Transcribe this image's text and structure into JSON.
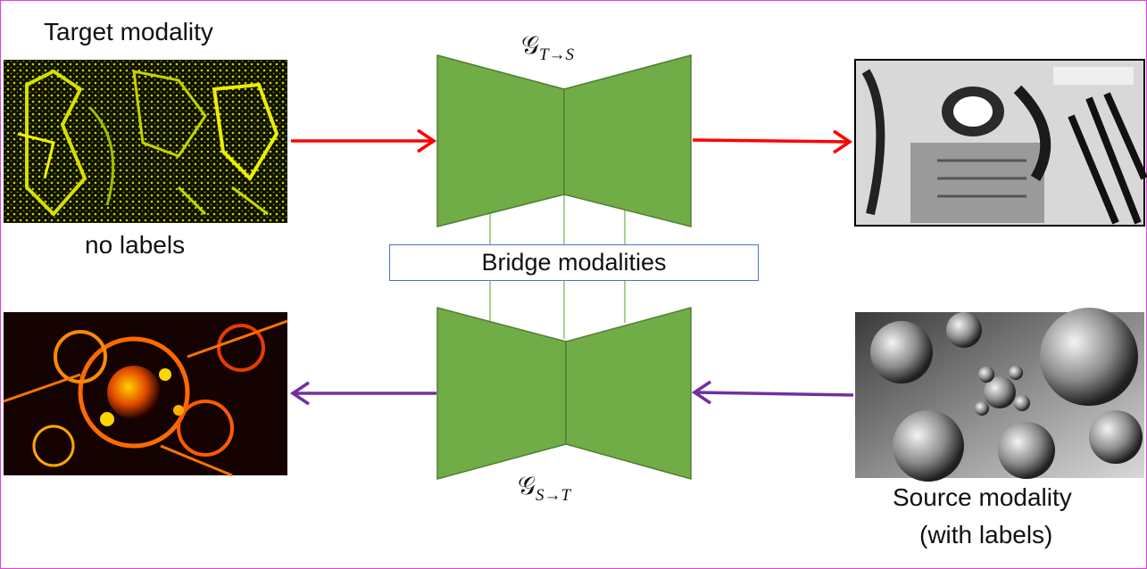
{
  "labels": {
    "target_modality": "Target modality",
    "no_labels": "no labels",
    "bridge_modalities": "Bridge modalities",
    "source_modality": "Source modality",
    "with_labels": "(with labels)"
  },
  "generators": {
    "top": {
      "symbol": "𝒢",
      "subscript": "T→S"
    },
    "bottom": {
      "symbol": "𝒢",
      "subscript": "S→T"
    }
  },
  "colors": {
    "frame": "#e23ee0",
    "generator_fill": "#70ad47",
    "generator_stroke": "#507e32",
    "bridge_border": "#4a73c4",
    "bridge_lines": "#a9d18e",
    "arrow_top": "#ff0000",
    "arrow_bottom": "#7030a0"
  },
  "images": {
    "target_event": "target modality event-camera image (yellow/green edges)",
    "translated_target": "translated grayscale image",
    "translated_source": "translated red/orange fractal image",
    "source_fractal": "source grayscale fractal image"
  }
}
